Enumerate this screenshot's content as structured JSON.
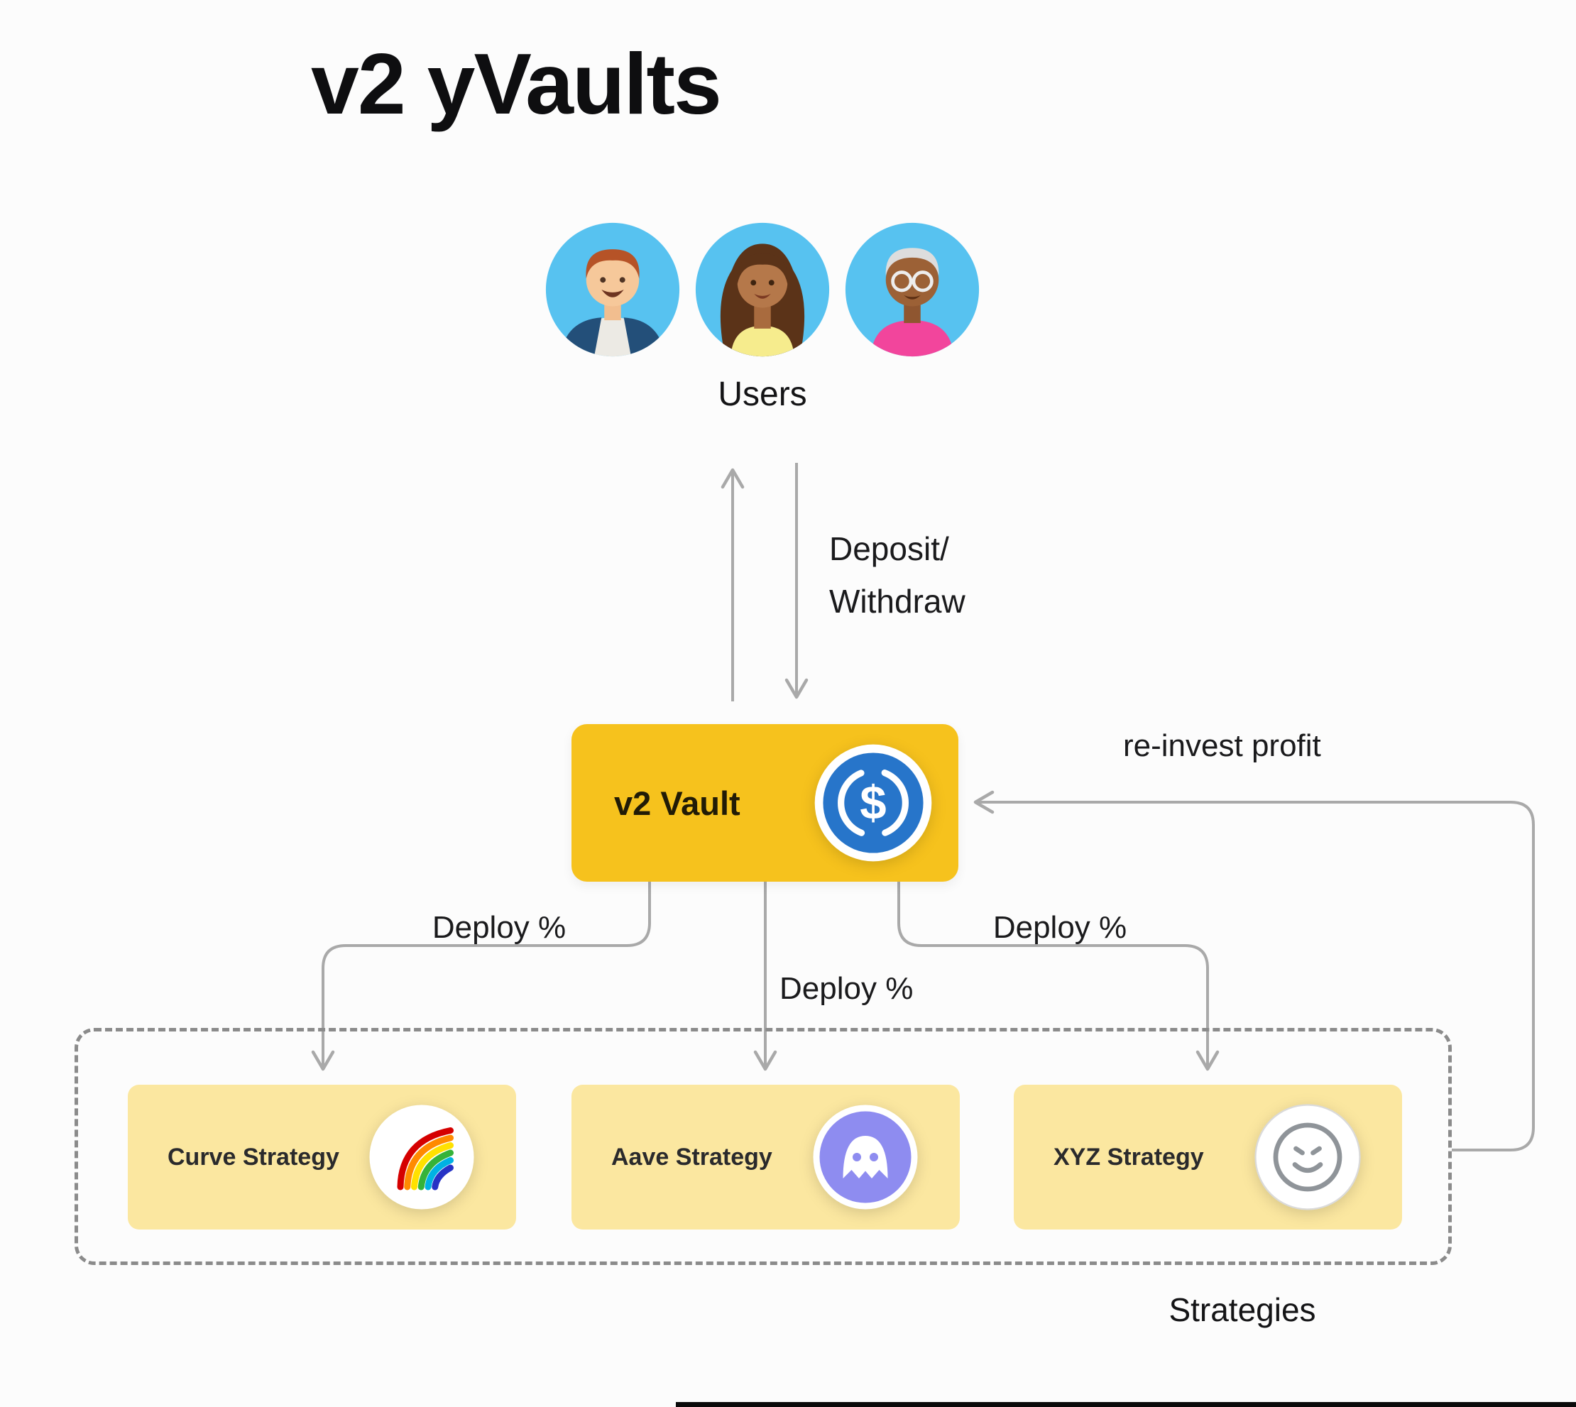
{
  "title": "v2 yVaults",
  "users": {
    "label": "Users",
    "avatars": [
      "avatar-man-red-hair",
      "avatar-woman-brown-hair",
      "avatar-elder-glasses"
    ]
  },
  "vault": {
    "label": "v2 Vault",
    "icon": "usdc-icon",
    "bg_color": "#F6C21D"
  },
  "edges": {
    "deposit_line1": "Deposit/",
    "deposit_line2": "Withdraw",
    "reinvest": "re-invest profit",
    "deploy_left": "Deploy %",
    "deploy_center": "Deploy %",
    "deploy_right": "Deploy %"
  },
  "strategies": {
    "group_label": "Strategies",
    "bg_color": "#FBE7A0",
    "items": [
      {
        "label": "Curve Strategy",
        "icon": "curve-icon"
      },
      {
        "label": "Aave Strategy",
        "icon": "aave-icon"
      },
      {
        "label": "XYZ Strategy",
        "icon": "smiley-icon"
      }
    ]
  },
  "colors": {
    "arrow": "#A9A9A9",
    "usdc_blue": "#2775CA",
    "aave_purple": "#8E8CF0",
    "avatar_bg": "#57C2F0",
    "background": "#FCFCFC"
  }
}
